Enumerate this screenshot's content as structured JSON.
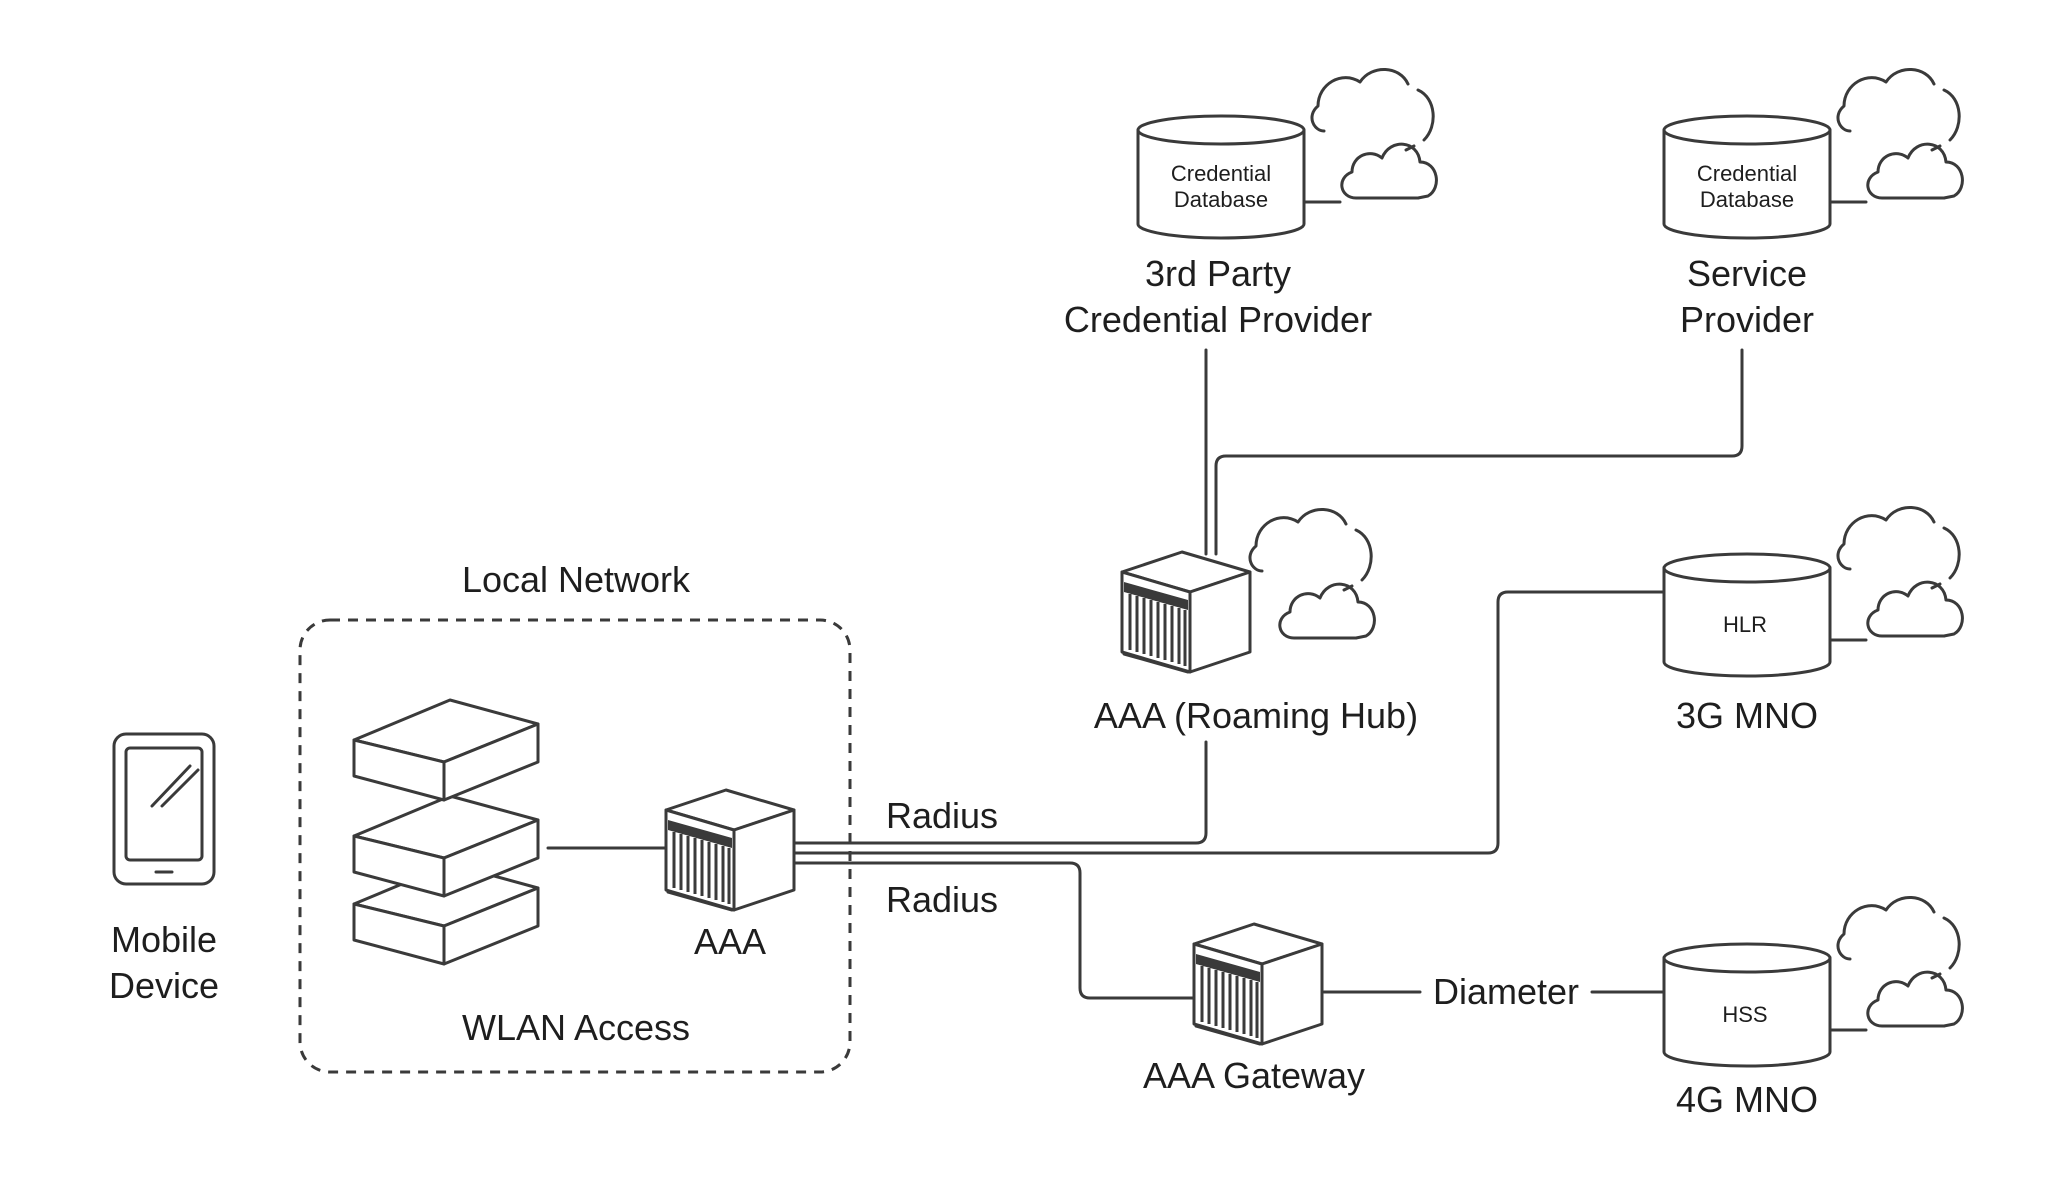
{
  "nodes": {
    "mobile_device": {
      "label_line1": "Mobile",
      "label_line2": "Device"
    },
    "local_network": {
      "label": "Local Network"
    },
    "wlan_access": {
      "label": "WLAN Access"
    },
    "local_aaa": {
      "label": "AAA"
    },
    "roaming_hub": {
      "label": "AAA (Roaming Hub)"
    },
    "third_party": {
      "db_line1": "Credential",
      "db_line2": "Database",
      "label_line1": "3rd Party",
      "label_line2": "Credential Provider"
    },
    "service_provider": {
      "db_line1": "Credential",
      "db_line2": "Database",
      "label_line1": "Service",
      "label_line2": "Provider"
    },
    "mno_3g": {
      "db_label": "HLR",
      "label": "3G MNO"
    },
    "aaa_gateway": {
      "label": "AAA Gateway"
    },
    "mno_4g": {
      "db_label": "HSS",
      "label": "4G MNO"
    }
  },
  "links": {
    "radius_upper": "Radius",
    "radius_lower": "Radius",
    "diameter": "Diameter"
  },
  "colors": {
    "stroke": "#3a3a3a",
    "text": "#1e1e1e",
    "background": "#ffffff"
  }
}
